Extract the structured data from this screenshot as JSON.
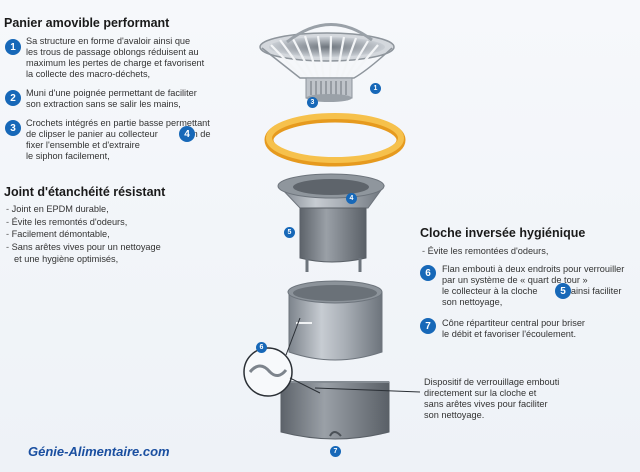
{
  "panier": {
    "title": "Panier amovible performant",
    "item1": {
      "num": "1",
      "lines": [
        "Sa structure en forme d'avaloir ainsi que",
        "les trous de passage oblongs réduisent au",
        "maximum les pertes de charge et favorisent",
        "la collecte des macro-déchets,"
      ]
    },
    "item2": {
      "num": "2",
      "lines": [
        "Muni d'une poignée permettant de faciliter",
        "son extraction sans se salir les mains,"
      ]
    },
    "item3": {
      "num": "3",
      "line1": "Crochets intégrés en partie basse permettant",
      "line2a": "de clipser le panier au collecteur",
      "ref": "4",
      "line2b": "afin de",
      "line3": "fixer l'ensemble et d'extraire",
      "line4": "le siphon facilement,"
    }
  },
  "joint": {
    "title": "Joint d'étanchéité résistant",
    "items": [
      "Joint en EPDM durable,",
      "Évite les remontés d'odeurs,",
      "Facilement démontable,",
      "Sans arêtes vives pour un nettoyage"
    ],
    "cont": "et une hygiène optimisés,"
  },
  "cloche": {
    "title": "Cloche inversée hygiénique",
    "item0": "Évite les remontées d'odeurs,",
    "item6": {
      "num": "6",
      "line1": "Flan embouti à deux endroits pour verrouiller",
      "line2": "par un système de « quart de tour »",
      "line3a": "le collecteur à la cloche",
      "ref": "5",
      "line3b": "et ainsi faciliter",
      "line4": "son nettoyage,"
    },
    "item7": {
      "num": "7",
      "lines": [
        "Cône répartiteur central pour briser",
        "le débit et favoriser l'écoulement."
      ]
    }
  },
  "note": {
    "lines": [
      "Dispositif de verrouillage embouti",
      "directement sur la cloche et",
      "sans arêtes vives pour faciliter",
      "son nettoyage."
    ]
  },
  "diagram_labels": {
    "basket_1": "1",
    "basket_3": "3",
    "collector_4": "4",
    "collector_5": "5",
    "cloche_6": "6",
    "base_7": "7"
  },
  "watermark": "Génie-Alimentaire.com",
  "colors": {
    "accent": "#1768b8",
    "gasket": "#f2b233",
    "steel": "#b9bfc6"
  }
}
